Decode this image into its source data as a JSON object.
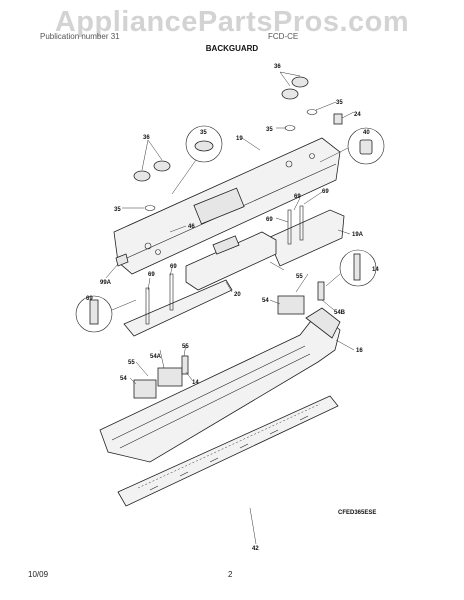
{
  "watermark": "AppliancePartsPros.com",
  "header": {
    "left": "Publication number 31",
    "right": "FCD-CE",
    "title": "BACKGUARD"
  },
  "footer": {
    "date": "10/09",
    "page": "2"
  },
  "diagram_code": "CFED365ESE",
  "callouts": {
    "c36_top": "36",
    "c35_top": "35",
    "c24": "24",
    "c35_mid": "35",
    "c40": "40",
    "c19": "19",
    "c36_left": "36",
    "c35_circle": "35",
    "c35_left": "35",
    "c46": "46",
    "c69_a": "69",
    "c69_b": "69",
    "c69_c": "69",
    "c19a": "19A",
    "c99a": "99A",
    "c69_d": "69",
    "c20": "20",
    "c14_right": "14",
    "c69_circle": "69",
    "c69_e": "69",
    "c54_right": "54",
    "c55_right": "55",
    "c54b": "54B",
    "c16": "16",
    "c55_left": "55",
    "c54a": "54A",
    "c55_lower": "55",
    "c54_left": "54",
    "c14_left": "14",
    "c42": "42"
  }
}
